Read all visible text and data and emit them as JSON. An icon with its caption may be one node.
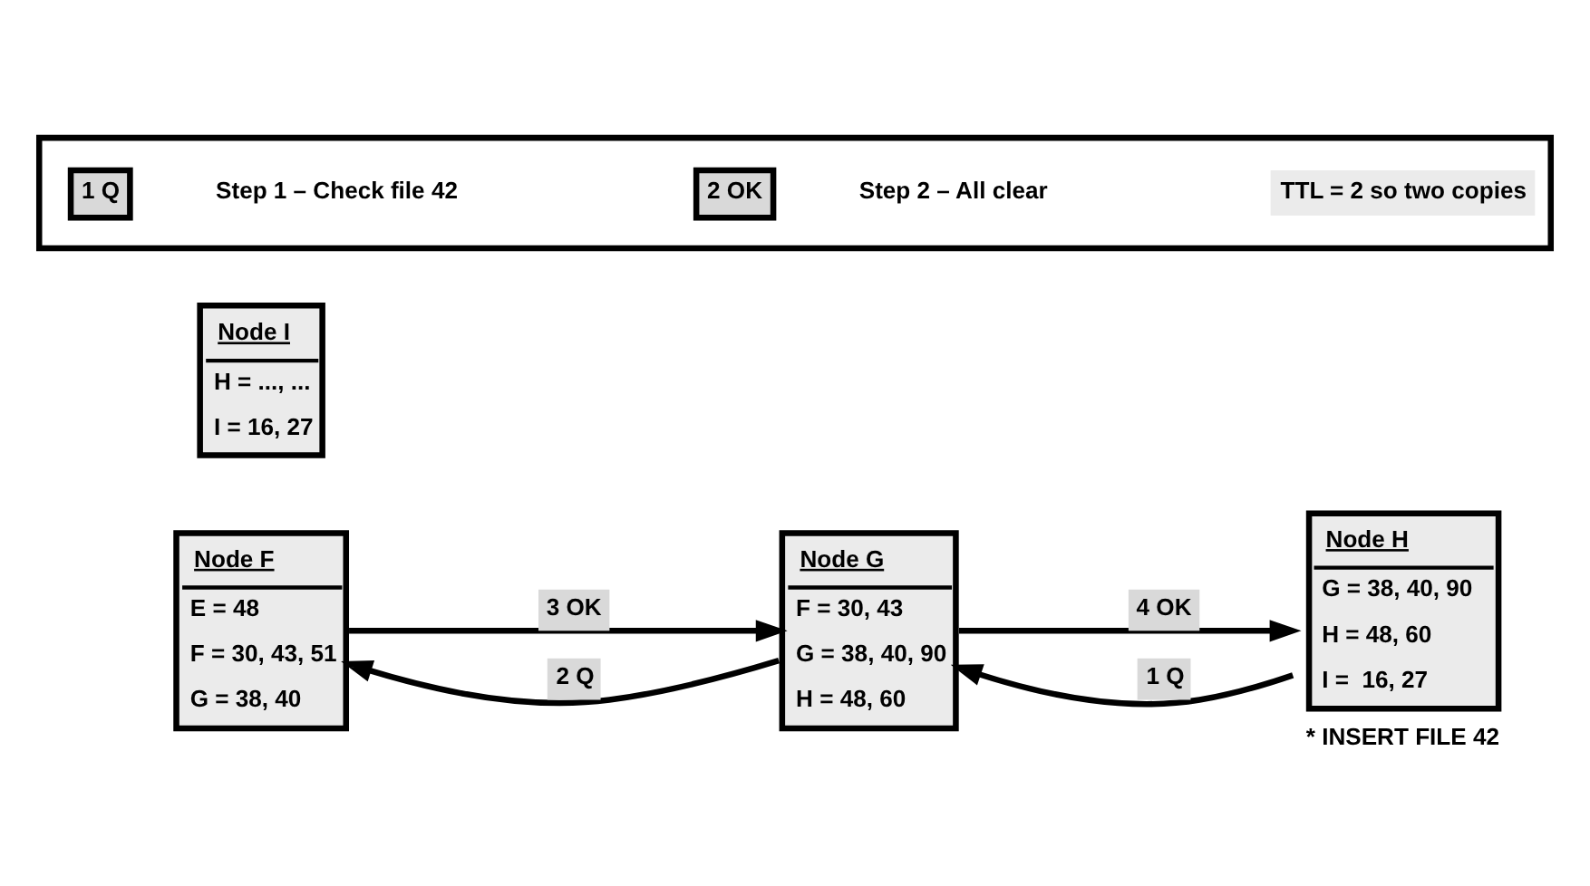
{
  "diagram": {
    "nodes": [
      {
        "text": [
          "Node F",
          "E = 48",
          "F = 30, 43, 51",
          "G = 38, 40"
        ]
      },
      {
        "text": [
          "Node G",
          "F = 30, 43",
          "G = 38, 40, 90",
          "H = 48, 60"
        ]
      },
      {
        "text": [
          "Node I",
          "H = ..., ...",
          "I = 16, 27"
        ]
      },
      {
        "text": [
          "Node H",
          "G = 38, 40, 90",
          "H = 48, 60",
          "I =  16, 27"
        ],
        "beside": [
          "* INSERT FILE 42"
        ]
      },
      {
        "text": [],
        "shape": "box"
      },
      {
        "text": [
          "1 Q"
        ],
        "in": 4,
        "beside": [
          "Step 1 – Check file 42"
        ]
      },
      {
        "text": [
          "2 OK"
        ],
        "in": 4,
        "beside": [
          "Step 2 – All clear"
        ]
      },
      {
        "text": [
          "TTL = 2 so two copies"
        ],
        "in": 4
      }
    ],
    "edges": [
      {
        "from": 1,
        "to": 0,
        "arrow": "to",
        "label": "2 Q"
      },
      {
        "from": 0,
        "to": 1,
        "arrow": "to",
        "label": "3 OK"
      },
      {
        "from": 3,
        "to": 1,
        "arrow": "to",
        "label": "1 Q"
      },
      {
        "from": 1,
        "to": 3,
        "arrow": "to",
        "label": "4 OK"
      }
    ]
  }
}
